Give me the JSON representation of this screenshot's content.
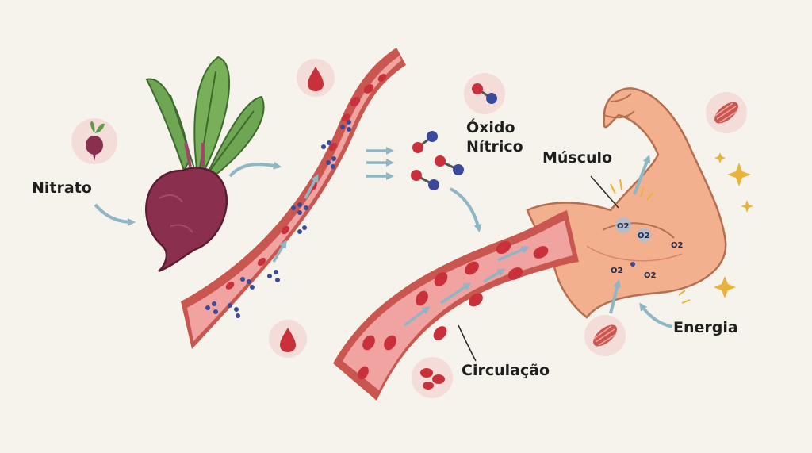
{
  "labels": {
    "nitrate": "Nitrato",
    "nitric_oxide_line1": "Óxido",
    "nitric_oxide_line2": "Nítrico",
    "muscle": "Músculo",
    "energy": "Energia",
    "circulation": "Circulação"
  },
  "oxygen_symbol": "O2",
  "colors": {
    "background": "#f6f3ec",
    "vessel_outer": "#c9574f",
    "vessel_inner": "#f0a3a0",
    "blood_cell": "#c9303a",
    "beet": "#8b2f4f",
    "leaf": "#5f9a45",
    "skin": "#f3b08f",
    "arrow": "#8fb6c4",
    "molecule_blue": "#3a4a9a",
    "molecule_red": "#c9303a",
    "sparkle": "#e9b23a"
  },
  "icons": [
    "beet-icon",
    "blood-drop-icon",
    "molecule-icon",
    "muscle-fiber-icon",
    "red-blood-cells-icon",
    "sparkle-icon"
  ]
}
